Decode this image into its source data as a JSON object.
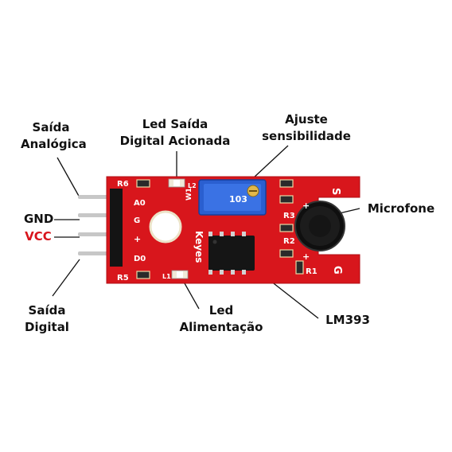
{
  "callouts": {
    "analog_out": [
      "Saída",
      "Analógica"
    ],
    "digital_led": [
      "Led Saída",
      "Digital Acionada"
    ],
    "sensitivity": [
      "Ajuste",
      "sensibilidade"
    ],
    "microphone": "Microfone",
    "gnd": "GND",
    "vcc": "VCC",
    "digital_out": [
      "Saída",
      "Digital"
    ],
    "power_led": [
      "Led",
      "Alimentação"
    ],
    "comparator": "LM393"
  },
  "board": {
    "pin_labels": [
      "A0",
      "G",
      "+",
      "D0"
    ],
    "resistors": [
      "R6",
      "R5",
      "R3",
      "R2",
      "R1"
    ],
    "led_labels": [
      "L2",
      "L1"
    ],
    "pot_label": "W1",
    "pot_marking": "103",
    "brand": "Keyes",
    "right_marks": [
      "S",
      "G",
      "+",
      "+"
    ]
  },
  "colors": {
    "pcb": "#d8161c",
    "pot": "#2a5fd0",
    "chip": "#151515",
    "vcc_text": "#d8141c"
  }
}
